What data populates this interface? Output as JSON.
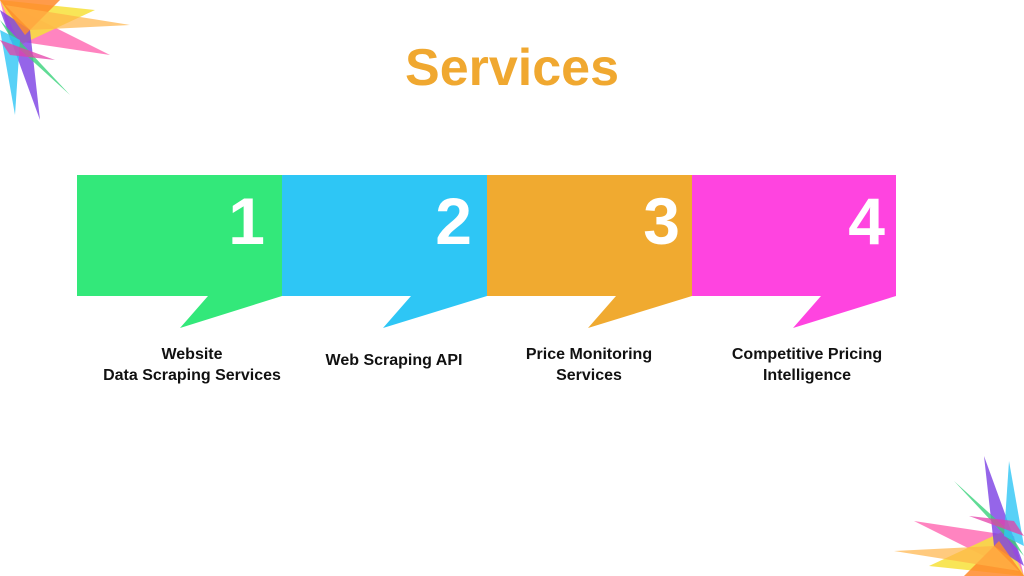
{
  "title": "Services",
  "colors": {
    "title": "#F0A830",
    "green": "#33E87A",
    "blue": "#2EC6F5",
    "orange": "#F0AA30",
    "magenta": "#FF44E0"
  },
  "steps": [
    {
      "number": "1",
      "label": "Website\nData Scraping Services",
      "color": "#33E87A"
    },
    {
      "number": "2",
      "label": "Web Scraping API",
      "color": "#2EC6F5"
    },
    {
      "number": "3",
      "label": "Price Monitoring\nServices",
      "color": "#F0AA30"
    },
    {
      "number": "4",
      "label": "Competitive Pricing\nIntelligence",
      "color": "#FF44E0"
    }
  ]
}
